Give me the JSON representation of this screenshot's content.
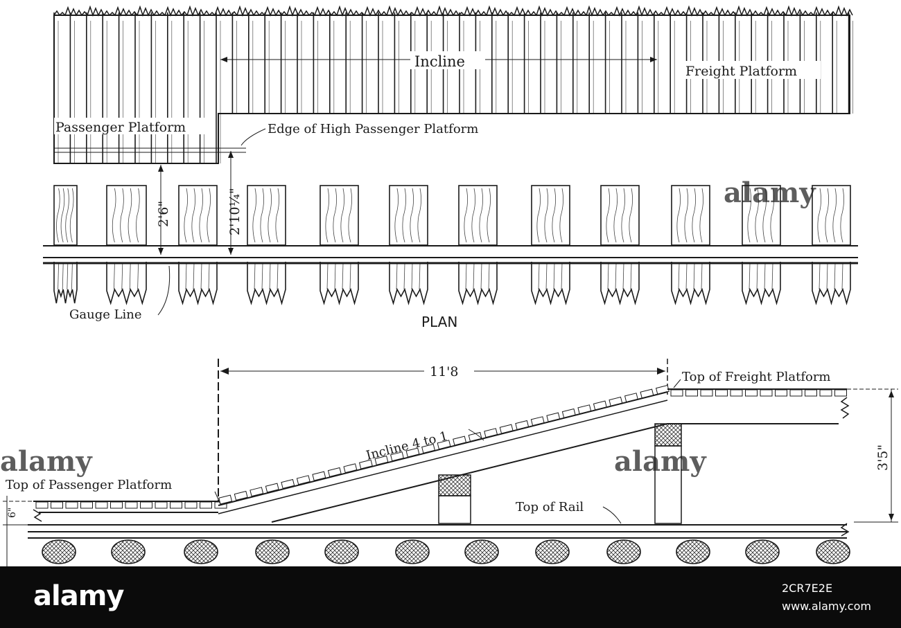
{
  "plan": {
    "incline_label": "Incline",
    "freight_platform_label": "Freight Platform",
    "passenger_platform_label": "Passenger Platform",
    "edge_label": "Edge of High Passenger Platform",
    "dim_2_6": "2'6\"",
    "dim_2_10": "2'10¼\"",
    "gauge_line_label": "Gauge Line",
    "title": "PLAN"
  },
  "elevation": {
    "dim_11_8": "11'8",
    "top_freight_label": "Top of Freight Platform",
    "incline_ratio_label": "Incline 4 to 1",
    "top_passenger_label": "Top of Passenger Platform",
    "top_rail_label": "Top of Rail",
    "dim_3_5": "3'5\"",
    "dim_6": "6\""
  },
  "watermark": {
    "brand": "alamy",
    "image_id": "2CR7E2E",
    "site": "www.alamy.com"
  },
  "colors": {
    "ink": "#1a1a1a",
    "background": "#ffffff",
    "bar": "#0b0b0b"
  }
}
